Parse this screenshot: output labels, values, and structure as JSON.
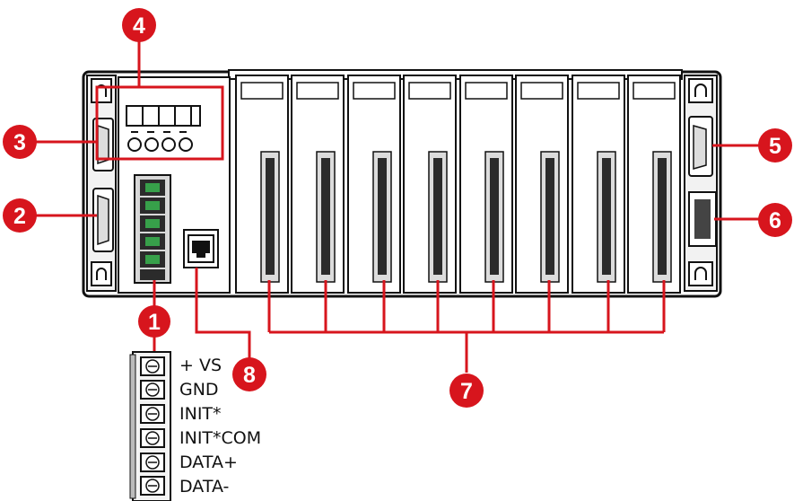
{
  "callouts": [
    {
      "id": "1",
      "name": "terminal-block-connector"
    },
    {
      "id": "2",
      "name": "serial-port-lower"
    },
    {
      "id": "3",
      "name": "serial-port-upper"
    },
    {
      "id": "4",
      "name": "display-and-buttons"
    },
    {
      "id": "5",
      "name": "serial-port-right"
    },
    {
      "id": "6",
      "name": "usb-port"
    },
    {
      "id": "7",
      "name": "io-expansion-slots"
    },
    {
      "id": "8",
      "name": "ethernet-port"
    }
  ],
  "terminal_pins": [
    "+ VS",
    "GND",
    "INIT*",
    "INIT*COM",
    "DATA+",
    "DATA-"
  ],
  "colors": {
    "callout": "#d7151d",
    "outline": "#111111",
    "chassis": "#ffffff",
    "shade": "#dcdcdc",
    "terminal": "#37a04a"
  },
  "io_slot_count": 8
}
